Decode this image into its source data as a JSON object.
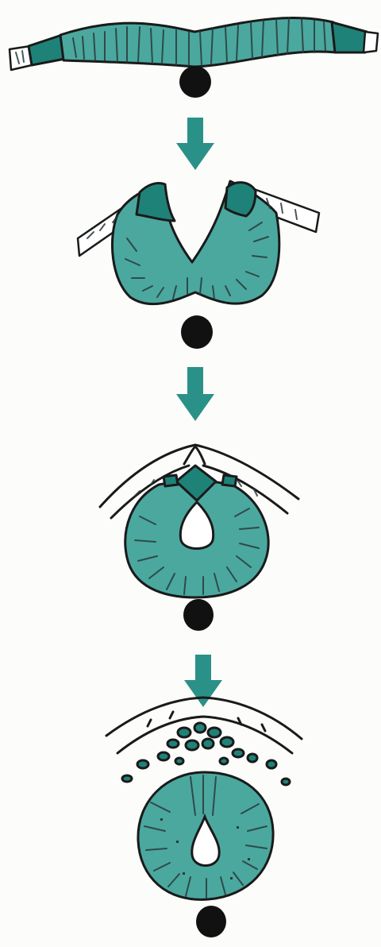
{
  "figure": {
    "stages": [
      {
        "name": "neural-plate"
      },
      {
        "name": "neural-groove"
      },
      {
        "name": "neural-folds-closing"
      },
      {
        "name": "neural-tube"
      }
    ],
    "colors": {
      "neural_tissue": "#4aa89f",
      "neural_crest": "#1f8278",
      "arrow": "#2a9188",
      "notochord": "#111111",
      "background": "#fcfcfa"
    },
    "icons": [
      "down-arrow-icon",
      "down-arrow-icon",
      "down-arrow-icon"
    ]
  }
}
